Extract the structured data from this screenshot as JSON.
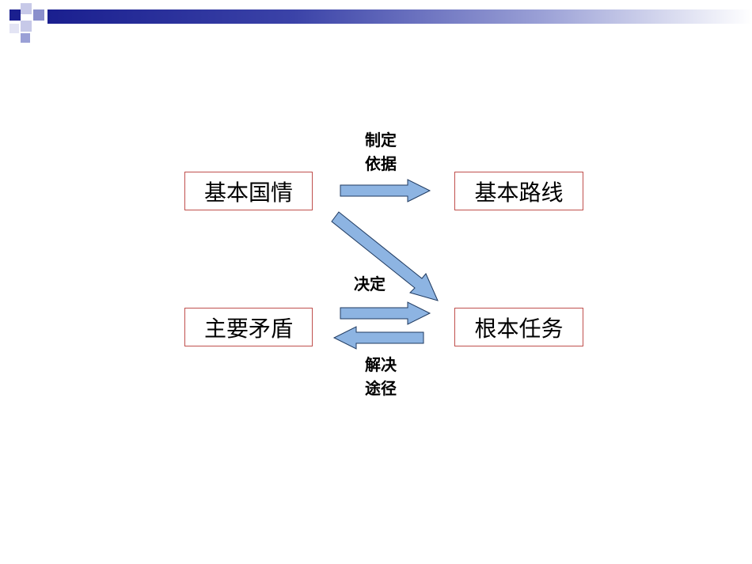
{
  "nodes": {
    "basic_conditions": "基本国情",
    "basic_line": "基本路线",
    "main_contradiction": "主要矛盾",
    "fundamental_task": "根本任务"
  },
  "edge_labels": {
    "top_line1": "制定",
    "top_line2": "依据",
    "middle": "决定",
    "bottom_line1": "解决",
    "bottom_line2": "途径"
  },
  "colors": {
    "node_border": "#c0504d",
    "arrow_fill": "#8db4e2",
    "arrow_stroke": "#1f3a60",
    "header_dark": "#1a1f8f"
  }
}
